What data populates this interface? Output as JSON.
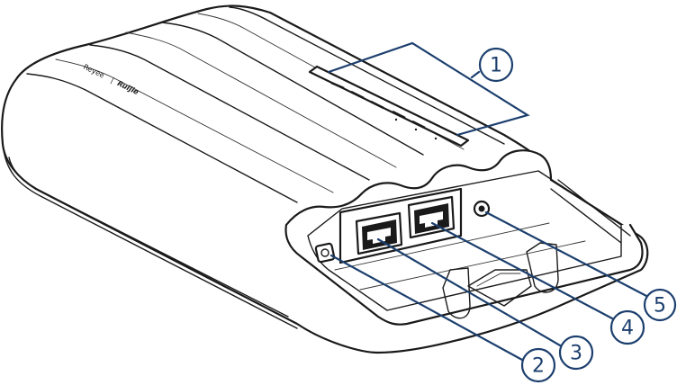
{
  "brand": {
    "logo_text": "Ruijie",
    "separator": "|",
    "sub_brand": "Reyee"
  },
  "callouts": [
    {
      "number": "1",
      "target": "indicator-leds"
    },
    {
      "number": "2",
      "target": "reset-button"
    },
    {
      "number": "3",
      "target": "ethernet-port-1"
    },
    {
      "number": "4",
      "target": "ethernet-port-2"
    },
    {
      "number": "5",
      "target": "power-jack"
    }
  ],
  "colors": {
    "callout": "#1c3f6e",
    "outline": "#1a1a1a",
    "background": "#ffffff"
  }
}
